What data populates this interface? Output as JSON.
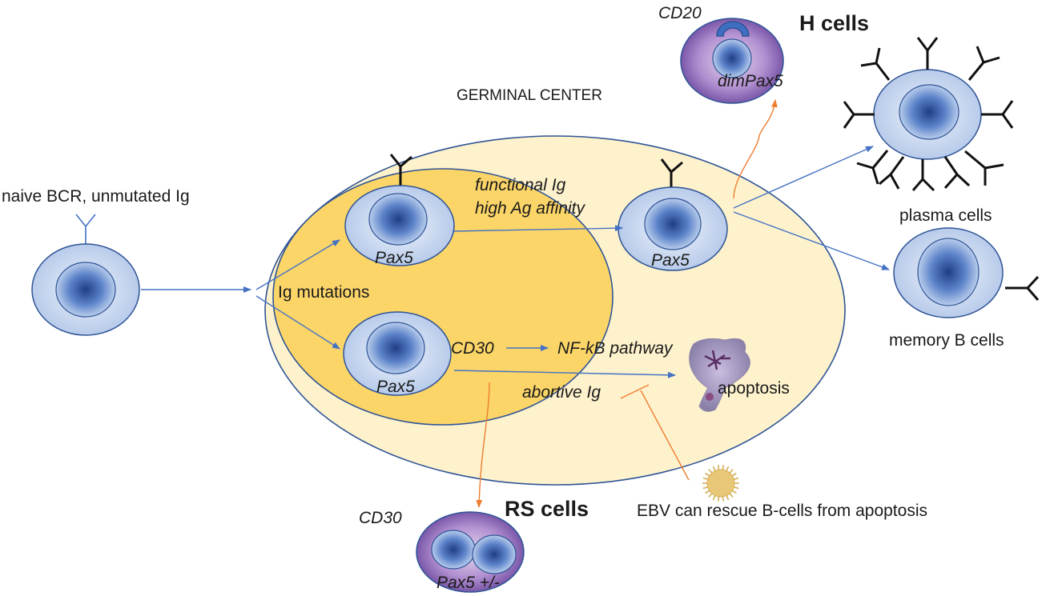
{
  "labels": {
    "naive": "naive BCR, unmutated Ig",
    "germinal_center": "GERMINAL CENTER",
    "ig_mutations": "Ig mutations",
    "pax5_top": "Pax5",
    "pax5_bottom": "Pax5",
    "pax5_selected": "Pax5",
    "functional_ig": "functional Ig",
    "high_ag_affinity": "high Ag affinity",
    "cd30_gc": "CD30",
    "nfkb": "NF-kB pathway",
    "abortive_ig": "abortive Ig",
    "apoptosis": "apoptosis",
    "ebv": "EBV can rescue B-cells from apoptosis",
    "cd20": "CD20",
    "dim_pax5": "dimPax5",
    "h_cells": "H cells",
    "plasma_cells": "plasma cells",
    "memory_b_cells": "memory B cells",
    "cd30_rs": "CD30",
    "rs_cells": "RS cells",
    "pax5_rs": "Pax5 +/-"
  },
  "colors": {
    "gc_outer": "#fef2cc",
    "gc_inner": "#fbd568",
    "ellipse_border": "#2f5496",
    "cell_fill": "#dce6f6",
    "cell_border": "#2f5496",
    "nucleus_core": "#203d86",
    "arrow_blue": "#4472c4",
    "arrow_orange": "#ed7d31",
    "atypical_cell": "#7a57a8",
    "ebv_virus": "#e8c878"
  }
}
